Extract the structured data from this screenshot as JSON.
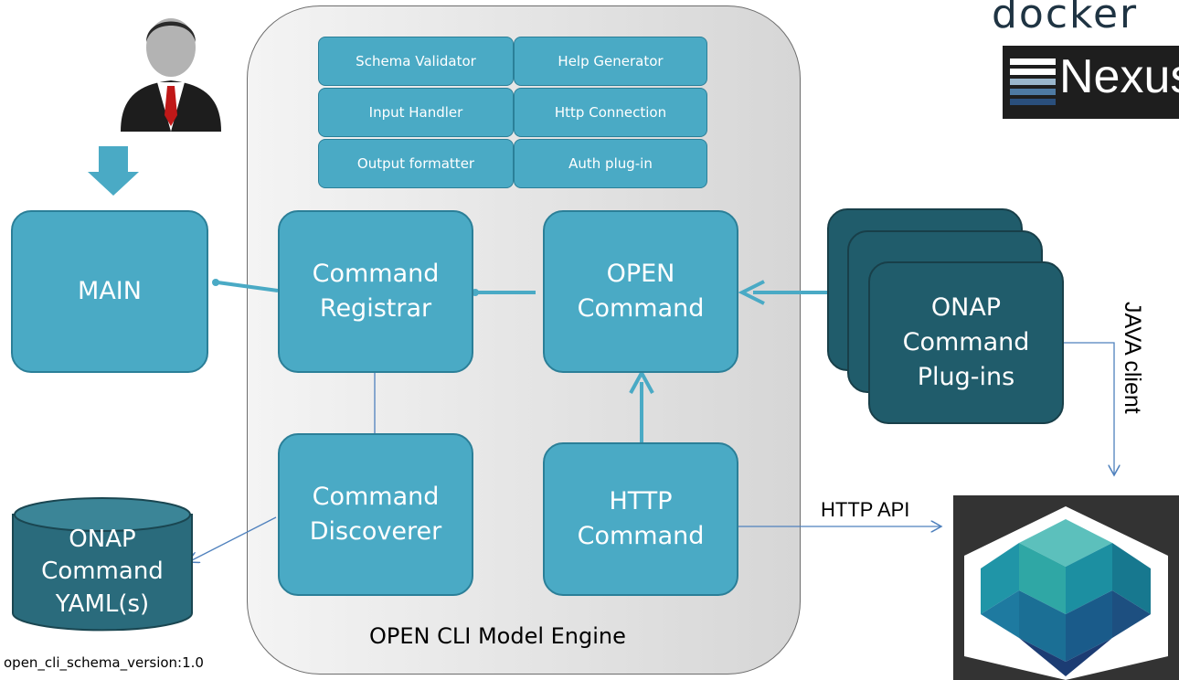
{
  "engine": {
    "label": "OPEN CLI  Model Engine"
  },
  "components": {
    "schema_validator": "Schema Validator",
    "help_generator": "Help Generator",
    "input_handler": "Input  Handler",
    "http_connection": "Http Connection",
    "output_formatter": "Output  formatter",
    "auth_plugin": "Auth plug-in"
  },
  "nodes": {
    "main": "MAIN",
    "command_registrar": [
      "Command",
      "Registrar"
    ],
    "open_command": [
      "OPEN",
      "Command"
    ],
    "command_discoverer": [
      "Command",
      "Discoverer"
    ],
    "http_command": [
      "HTTP",
      "Command"
    ],
    "plugins": [
      "ONAP",
      "Command",
      "Plug-ins"
    ],
    "yaml": [
      "ONAP",
      "Command",
      "YAML(s)"
    ]
  },
  "edges": {
    "http_api": "HTTP API",
    "java_client": "JAVA client"
  },
  "logos": {
    "docker": "docker",
    "nexus": "Nexus"
  },
  "footer": {
    "schema_version": "open_cli_schema_version:1.0"
  },
  "colors": {
    "component": "#4aaac5",
    "plugin": "#205c6b",
    "cylinder": "#2a6b7c"
  }
}
